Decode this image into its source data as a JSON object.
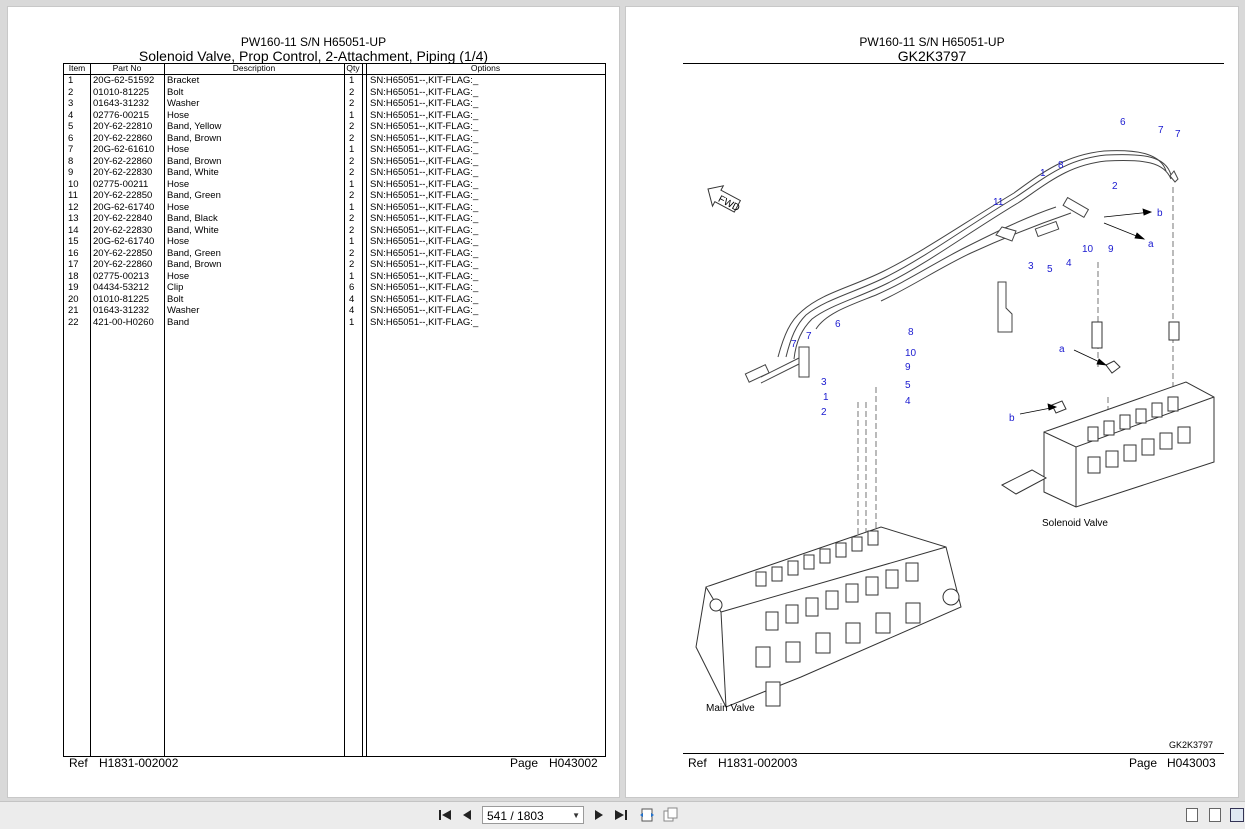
{
  "left_page": {
    "title_line1": "PW160-11 S/N H65051-UP",
    "title_line2": "Solenoid Valve, Prop Control, 2-Attachment, Piping (1/4)",
    "headers": {
      "item": "Item",
      "part_no": "Part No",
      "description": "Description",
      "qty": "Qty",
      "options": "Options"
    },
    "rows": [
      {
        "item": "1",
        "part_no": "20G-62-51592",
        "description": "Bracket",
        "qty": "1",
        "options": "SN:H65051--,KIT-FLAG:_"
      },
      {
        "item": "2",
        "part_no": "01010-81225",
        "description": "Bolt",
        "qty": "2",
        "options": "SN:H65051--,KIT-FLAG:_"
      },
      {
        "item": "3",
        "part_no": "01643-31232",
        "description": "Washer",
        "qty": "2",
        "options": "SN:H65051--,KIT-FLAG:_"
      },
      {
        "item": "4",
        "part_no": "02776-00215",
        "description": "Hose",
        "qty": "1",
        "options": "SN:H65051--,KIT-FLAG:_"
      },
      {
        "item": "5",
        "part_no": "20Y-62-22810",
        "description": "Band, Yellow",
        "qty": "2",
        "options": "SN:H65051--,KIT-FLAG:_"
      },
      {
        "item": "6",
        "part_no": "20Y-62-22860",
        "description": "Band, Brown",
        "qty": "2",
        "options": "SN:H65051--,KIT-FLAG:_"
      },
      {
        "item": "7",
        "part_no": "20G-62-61610",
        "description": "Hose",
        "qty": "1",
        "options": "SN:H65051--,KIT-FLAG:_"
      },
      {
        "item": "8",
        "part_no": "20Y-62-22860",
        "description": "Band, Brown",
        "qty": "2",
        "options": "SN:H65051--,KIT-FLAG:_"
      },
      {
        "item": "9",
        "part_no": "20Y-62-22830",
        "description": "Band, White",
        "qty": "2",
        "options": "SN:H65051--,KIT-FLAG:_"
      },
      {
        "item": "10",
        "part_no": "02775-00211",
        "description": "Hose",
        "qty": "1",
        "options": "SN:H65051--,KIT-FLAG:_"
      },
      {
        "item": "11",
        "part_no": "20Y-62-22850",
        "description": "Band, Green",
        "qty": "2",
        "options": "SN:H65051--,KIT-FLAG:_"
      },
      {
        "item": "12",
        "part_no": "20G-62-61740",
        "description": "Hose",
        "qty": "1",
        "options": "SN:H65051--,KIT-FLAG:_"
      },
      {
        "item": "13",
        "part_no": "20Y-62-22840",
        "description": "Band, Black",
        "qty": "2",
        "options": "SN:H65051--,KIT-FLAG:_"
      },
      {
        "item": "14",
        "part_no": "20Y-62-22830",
        "description": "Band, White",
        "qty": "2",
        "options": "SN:H65051--,KIT-FLAG:_"
      },
      {
        "item": "15",
        "part_no": "20G-62-61740",
        "description": "Hose",
        "qty": "1",
        "options": "SN:H65051--,KIT-FLAG:_"
      },
      {
        "item": "16",
        "part_no": "20Y-62-22850",
        "description": "Band, Green",
        "qty": "2",
        "options": "SN:H65051--,KIT-FLAG:_"
      },
      {
        "item": "17",
        "part_no": "20Y-62-22860",
        "description": "Band, Brown",
        "qty": "2",
        "options": "SN:H65051--,KIT-FLAG:_"
      },
      {
        "item": "18",
        "part_no": "02775-00213",
        "description": "Hose",
        "qty": "1",
        "options": "SN:H65051--,KIT-FLAG:_"
      },
      {
        "item": "19",
        "part_no": "04434-53212",
        "description": "Clip",
        "qty": "6",
        "options": "SN:H65051--,KIT-FLAG:_"
      },
      {
        "item": "20",
        "part_no": "01010-81225",
        "description": "Bolt",
        "qty": "4",
        "options": "SN:H65051--,KIT-FLAG:_"
      },
      {
        "item": "21",
        "part_no": "01643-31232",
        "description": "Washer",
        "qty": "4",
        "options": "SN:H65051--,KIT-FLAG:_"
      },
      {
        "item": "22",
        "part_no": "421-00-H0260",
        "description": "Band",
        "qty": "1",
        "options": "SN:H65051--,KIT-FLAG:_"
      }
    ],
    "footer": {
      "ref_label": "Ref",
      "ref_value": "H1831-002002",
      "page_label": "Page",
      "page_value": "H043002"
    }
  },
  "right_page": {
    "title_line1": "PW160-11 S/N H65051-UP",
    "title_line2": "GK2K3797",
    "diagram_code": "GK2K3797",
    "labels": {
      "solenoid_valve": "Solenoid Valve",
      "main_valve": "Main Valve",
      "fwd": "FWD"
    },
    "callouts_upper": [
      "6",
      "7",
      "7",
      "1",
      "8",
      "2",
      "11",
      "b",
      "a",
      "10",
      "9",
      "3",
      "5",
      "4"
    ],
    "callouts_lower": [
      "6",
      "7",
      "7",
      "8",
      "10",
      "9",
      "3",
      "5",
      "1",
      "4",
      "2"
    ],
    "callouts_side": [
      "a",
      "b"
    ],
    "footer": {
      "ref_label": "Ref",
      "ref_value": "H1831-002003",
      "page_label": "Page",
      "page_value": "H043003"
    }
  },
  "toolbar": {
    "page_indicator": "541 / 1803",
    "icons": [
      "first-page-icon",
      "prev-page-icon",
      "next-page-icon",
      "last-page-icon",
      "fit-width-icon",
      "fit-page-icon",
      "single-page-view-icon",
      "continuous-view-icon",
      "two-page-view-icon"
    ]
  }
}
